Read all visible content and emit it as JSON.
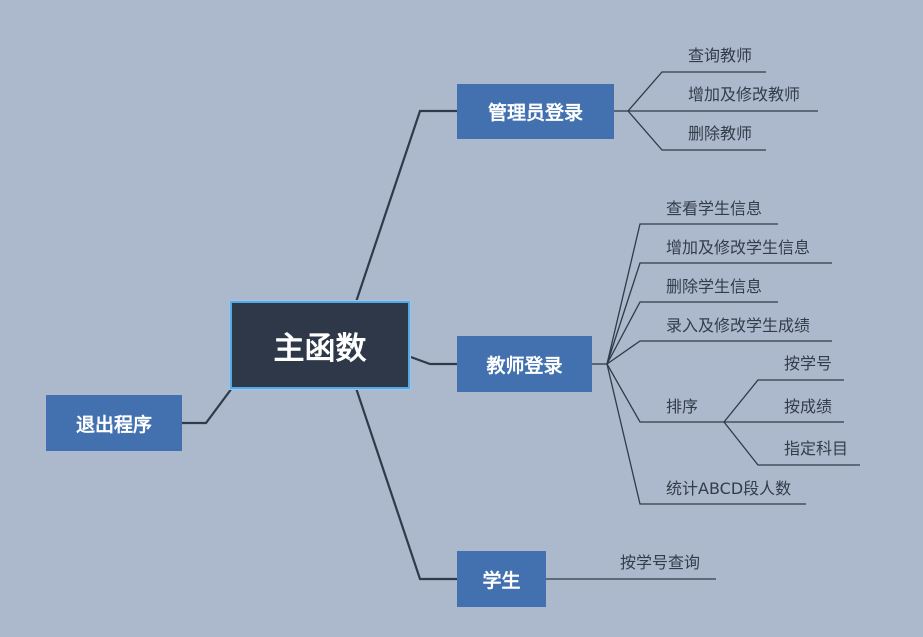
{
  "root": {
    "label": "主函数"
  },
  "left": {
    "label": "退出程序"
  },
  "admin": {
    "label": "管理员登录",
    "children": [
      "查询教师",
      "增加及修改教师",
      "删除教师"
    ]
  },
  "teacher": {
    "label": "教师登录",
    "children": [
      "查看学生信息",
      "增加及修改学生信息",
      "删除学生信息",
      "录入及修改学生成绩"
    ],
    "sort": {
      "label": "排序",
      "children": [
        "按学号",
        "按成绩",
        "指定科目"
      ]
    },
    "stats": "统计ABCD段人数"
  },
  "student": {
    "label": "学生",
    "children": [
      "按学号查询"
    ]
  },
  "colors": {
    "background": "#acb8cc",
    "topic_blue": "#4371b0",
    "root_dark": "#2e3848",
    "root_border": "#5aa8df",
    "connector": "#2f3a4a",
    "leaf_text": "#333d4a"
  }
}
